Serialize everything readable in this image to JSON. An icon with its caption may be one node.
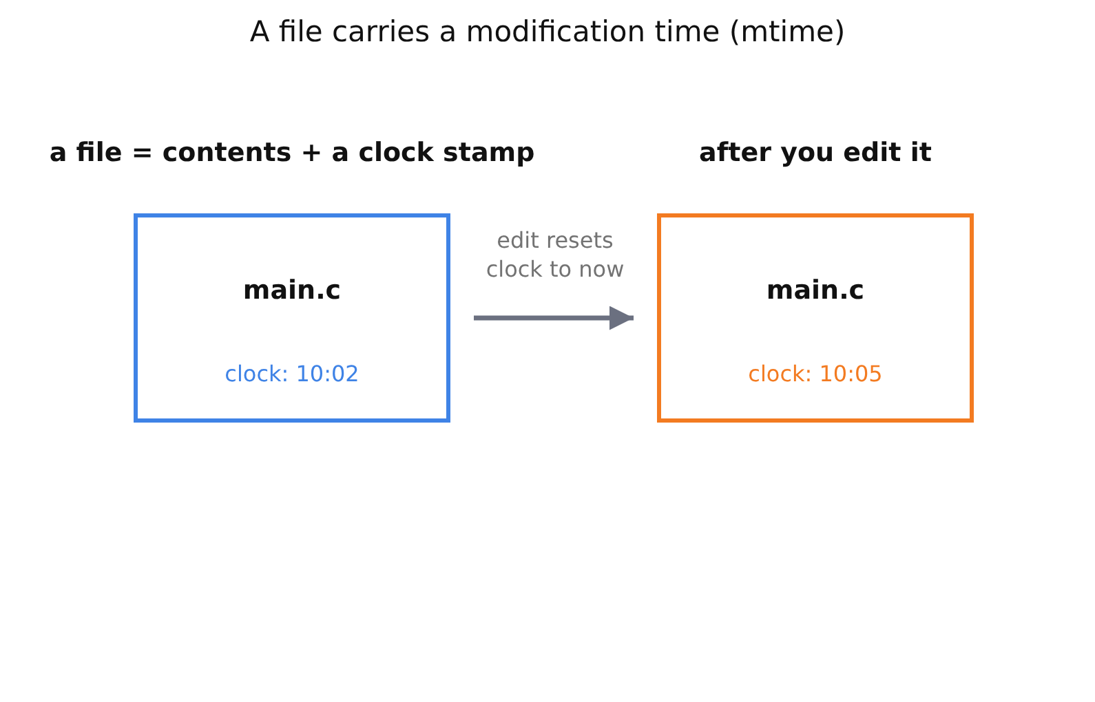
{
  "diagram": {
    "title": "A file carries a modification time (mtime)",
    "nodes": [
      {
        "text": [
          "main.c",
          "clock: 10:02"
        ]
      },
      {
        "text": [
          "main.c",
          "clock: 10:05"
        ]
      }
    ],
    "edges": [
      {
        "from": 0,
        "to": 1,
        "arrow": "to",
        "label": "edit resets clock to now"
      }
    ],
    "labels": [
      "a file = contents + a clock stamp",
      "after you edit it"
    ]
  }
}
